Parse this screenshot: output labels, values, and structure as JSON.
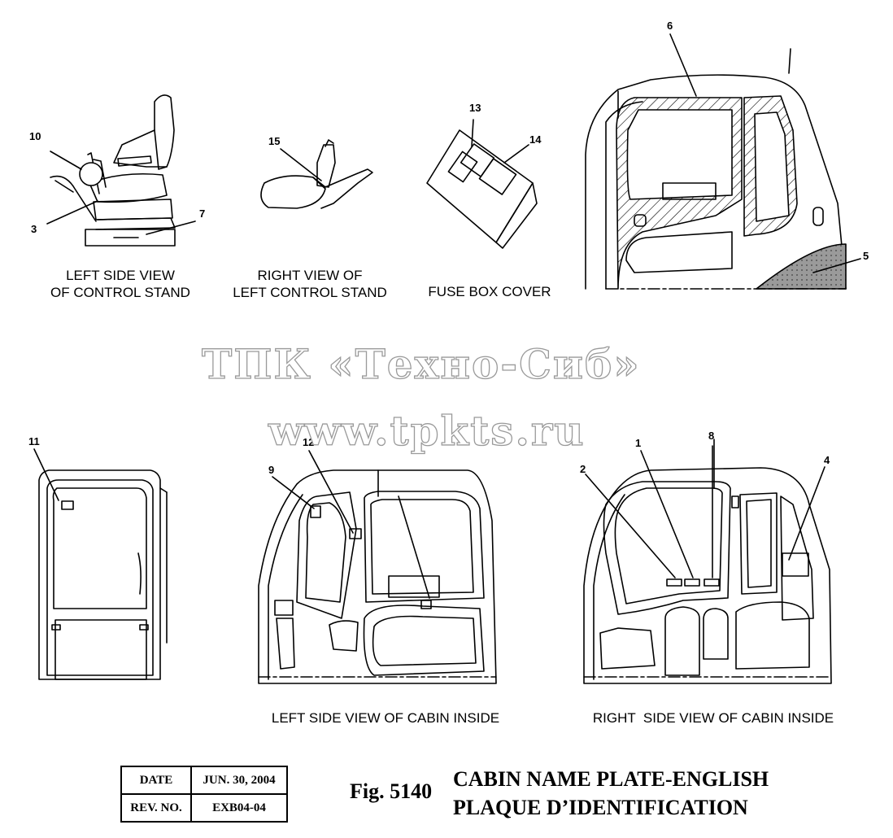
{
  "views": {
    "left_side_view": "LEFT SIDE VIEW\nOF CONTROL STAND",
    "right_view_left_stand": "RIGHT VIEW OF\nLEFT CONTROL STAND",
    "fuse_box_cover": "FUSE BOX COVER",
    "left_side_cabin_inside": "LEFT SIDE VIEW OF CABIN INSIDE",
    "right_side_cabin_inside": "RIGHT  SIDE VIEW OF CABIN INSIDE"
  },
  "callouts": [
    "1",
    "2",
    "3",
    "4",
    "5",
    "6",
    "7",
    "8",
    "9",
    "10",
    "11",
    "12",
    "13",
    "14",
    "15"
  ],
  "watermark": {
    "line1": "ТПК «Техно-Сиб»",
    "line2": "www.tpkts.ru"
  },
  "revision_table": {
    "date_label": "DATE",
    "date_value": "JUN. 30, 2004",
    "rev_label": "REV. NO.",
    "rev_value": "EXB04-04"
  },
  "figure": {
    "number": "Fig. 5140",
    "title_en": "CABIN NAME PLATE-ENGLISH",
    "title_fr": "PLAQUE D’IDENTIFICATION"
  }
}
